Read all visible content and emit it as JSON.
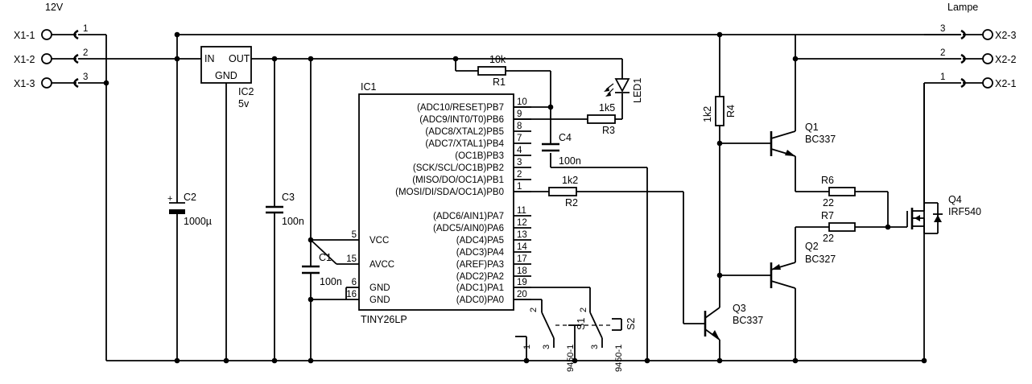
{
  "labels": {
    "supply_in": "12V",
    "supply_out": "Lampe"
  },
  "connectors": {
    "left": [
      {
        "name": "X1-1",
        "pin": "1"
      },
      {
        "name": "X1-2",
        "pin": "2"
      },
      {
        "name": "X1-3",
        "pin": "3"
      }
    ],
    "right": [
      {
        "name": "X2-3",
        "pin": "3"
      },
      {
        "name": "X2-2",
        "pin": "2"
      },
      {
        "name": "X2-1",
        "pin": "1"
      }
    ]
  },
  "regulator": {
    "in": "IN",
    "out": "OUT",
    "gnd": "GND",
    "name": "IC2",
    "value": "5v"
  },
  "capacitors": [
    {
      "name": "C2",
      "value": "1000µ",
      "polarity": "+"
    },
    {
      "name": "C3",
      "value": "100n"
    },
    {
      "name": "C1",
      "value": "100n"
    },
    {
      "name": "C4",
      "value": "100n"
    }
  ],
  "resistors": [
    {
      "name": "R1",
      "value": "10k"
    },
    {
      "name": "R3",
      "value": "1k5"
    },
    {
      "name": "R2",
      "value": "1k2"
    },
    {
      "name": "R4",
      "value": "1k2"
    },
    {
      "name": "R6",
      "value": "22"
    },
    {
      "name": "R7",
      "value": "22"
    }
  ],
  "led": {
    "name": "LED1"
  },
  "mcu": {
    "name": "IC1",
    "part": "TINY26LP",
    "right_pins": [
      {
        "num": "10",
        "label": "(ADC10/RESET)PB7"
      },
      {
        "num": "9",
        "label": "(ADC9/INT0/T0)PB6"
      },
      {
        "num": "8",
        "label": "(ADC8/XTAL2)PB5"
      },
      {
        "num": "7",
        "label": "(ADC7/XTAL1)PB4"
      },
      {
        "num": "4",
        "label": "(OC1B)PB3"
      },
      {
        "num": "3",
        "label": "(SCK/SCL/OC1B)PB2"
      },
      {
        "num": "2",
        "label": "(MISO/DO/OC1A)PB1"
      },
      {
        "num": "1",
        "label": "(MOSI/DI/SDA/OC1A)PB0"
      },
      {
        "num": "11",
        "label": "(ADC6/AIN1)PA7"
      },
      {
        "num": "12",
        "label": "(ADC5/AIN0)PA6"
      },
      {
        "num": "13",
        "label": "(ADC4)PA5"
      },
      {
        "num": "14",
        "label": "(ADC3)PA4"
      },
      {
        "num": "17",
        "label": "(AREF)PA3"
      },
      {
        "num": "18",
        "label": "(ADC2)PA2"
      },
      {
        "num": "19",
        "label": "(ADC1)PA1"
      },
      {
        "num": "20",
        "label": "(ADC0)PA0"
      }
    ],
    "left_pins": [
      {
        "num": "5",
        "label": "VCC"
      },
      {
        "num": "15",
        "label": "AVCC"
      },
      {
        "num": "6",
        "label": "GND"
      },
      {
        "num": "16",
        "label": "GND"
      }
    ]
  },
  "transistors": [
    {
      "name": "Q1",
      "part": "BC337"
    },
    {
      "name": "Q2",
      "part": "BC327"
    },
    {
      "name": "Q3",
      "part": "BC337"
    },
    {
      "name": "Q4",
      "part": "IRF540"
    }
  ],
  "switches": [
    {
      "name": "S1",
      "part": "9450-1",
      "p1": "1",
      "p2": "2",
      "p3": "3"
    },
    {
      "name": "S2",
      "part": "9450-1",
      "p2": "2",
      "p3": "3"
    }
  ]
}
